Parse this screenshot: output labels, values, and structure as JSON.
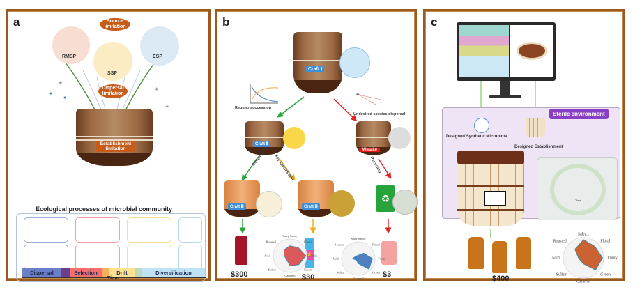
{
  "panels": {
    "a": {
      "letter": "a",
      "pools": [
        {
          "name": "RMSP",
          "color": "#f7ddd2"
        },
        {
          "name": "SSP",
          "color": "#fbecc4"
        },
        {
          "name": "ESP",
          "color": "#dbe9f5"
        }
      ],
      "source_limitation": "Source limitation",
      "dispersal_limitation": "Dispersal limitation",
      "establishment_limitation": "Establishment limitation",
      "ecological_title": "Ecological processes of microbial community",
      "timeline": [
        {
          "label": "Dispersal",
          "color": "#6b7fc8"
        },
        {
          "label": "Selection",
          "color": "#f07070"
        },
        {
          "label": "Drift",
          "color": "#fde28f"
        },
        {
          "label": "Diversification",
          "color": "#bfe3f5"
        }
      ],
      "time_label": "Time",
      "box_border_colors": [
        "#9fb0d8",
        "#f2a0a8",
        "#f6dc9a",
        "#b6d9ee"
      ]
    },
    "b": {
      "letter": "b",
      "craft_1": "Craft Ⅰ",
      "craft_2": "Craft Ⅱ",
      "craft_3": "Craft Ⅲ",
      "mistake": "Mistake",
      "regular_succession": "Regular succession",
      "undesired_dispersal": "Undesired species dispersal",
      "competition": "Competition",
      "key_species_drift": "Key species drift",
      "recycling": "Recycling",
      "radar_axes": [
        "Salty Sauce",
        "Floral",
        "Fruity",
        "Green",
        "Caramel",
        "Sulfur",
        "Acid",
        "Roasted"
      ],
      "prices": [
        "$300",
        "$30",
        "$3"
      ],
      "radar_1": {
        "color": "#d9484a",
        "values": [
          0.6,
          0.7,
          0.95,
          0.75,
          0.6,
          0.3,
          0.35,
          0.5
        ]
      },
      "radar_2": {
        "color": "#3d72b8",
        "values": [
          0.2,
          0.45,
          0.85,
          0.9,
          0.3,
          0.15,
          0.35,
          0.2
        ]
      }
    },
    "c": {
      "letter": "c",
      "sterile_environment": "Sterile environment",
      "designed_microbiota": "Designed Synthetic Microbiota",
      "designed_establishment": "Designed Establishment",
      "cycle_time": "Time",
      "radar_axes": [
        "Salty...",
        "Floral",
        "Fruity",
        "Green",
        "Caramel",
        "Sulfur",
        "Acid",
        "Roasted"
      ],
      "radar": {
        "color": "#c4531e",
        "values": [
          0.9,
          0.8,
          0.95,
          0.85,
          0.3,
          0.2,
          0.25,
          0.6
        ]
      },
      "price": "$400"
    }
  }
}
